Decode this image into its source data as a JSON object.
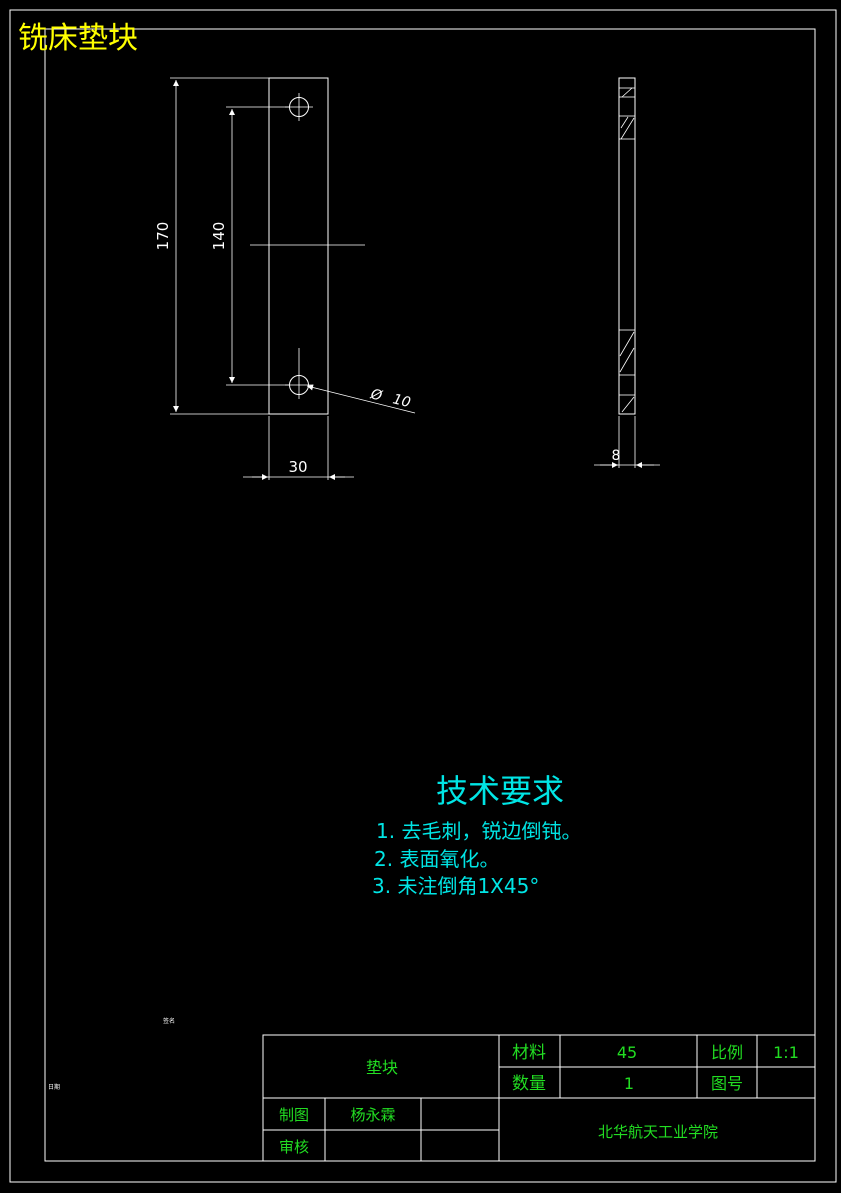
{
  "drawing_title": "铣床垫块",
  "dimensions": {
    "overall_length": "170",
    "hole_spacing": "140",
    "width": "30",
    "hole_diameter_symbol": "Ø",
    "hole_diameter": "10",
    "thickness": "8"
  },
  "tech_requirements": {
    "heading": "技术要求",
    "items": [
      "1. 去毛刺，锐边倒钝。",
      "2. 表面氧化。",
      "3. 未注倒角1X45°"
    ]
  },
  "side_labels": {
    "sign": "签名",
    "date": "日期"
  },
  "title_block": {
    "part_name": "垫块",
    "material_label": "材料",
    "material_value": "45",
    "scale_label": "比例",
    "scale_value": "1:1",
    "quantity_label": "数量",
    "quantity_value": "1",
    "drawing_no_label": "图号",
    "drawing_no_value": "",
    "drawn_label": "制图",
    "drawn_by": "杨永霖",
    "checked_label": "审核",
    "checked_by": "",
    "school": "北华航天工业学院"
  },
  "colors": {
    "background": "#000000",
    "lines": "#ffffff",
    "title_text": "#ffff00",
    "title_block_text": "#22dd22",
    "requirements_text": "#00e5e5"
  }
}
